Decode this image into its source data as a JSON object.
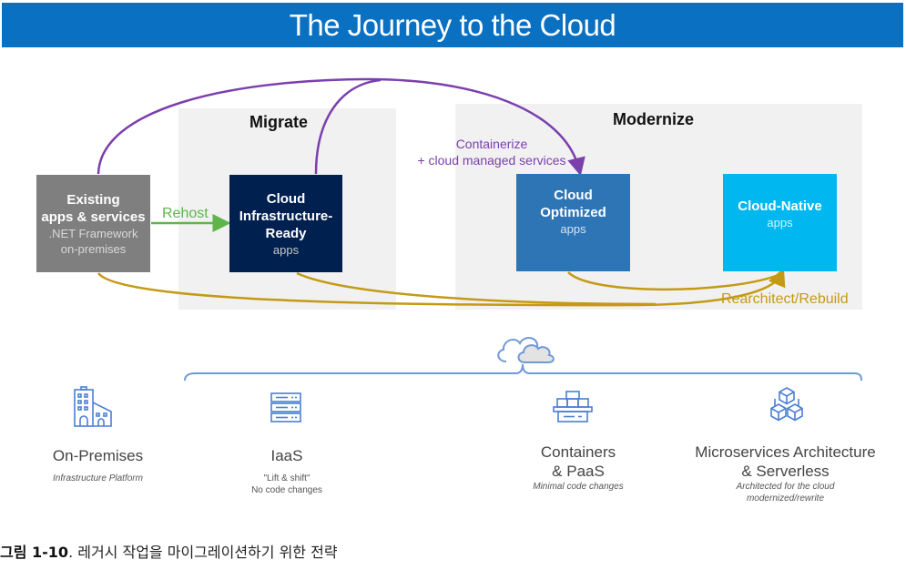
{
  "banner": {
    "title": "The Journey to the Cloud"
  },
  "phases": {
    "migrate": "Migrate",
    "modernize": "Modernize"
  },
  "boxes": {
    "existing": {
      "title_line1": "Existing",
      "title_line2": "apps & services",
      "sub_line1": ".NET Framework",
      "sub_line2": "on-premises",
      "color": "#7f7f7f"
    },
    "cloud_infra_ready": {
      "title_line1": "Cloud",
      "title_line2": "Infrastructure-",
      "title_line3": "Ready",
      "sub": "apps",
      "color": "#002050"
    },
    "cloud_optimized": {
      "title_line1": "Cloud",
      "title_line2": "Optimized",
      "sub": "apps",
      "color": "#2e75b6"
    },
    "cloud_native": {
      "title": "Cloud-Native",
      "sub": "apps",
      "color": "#00b7f0"
    }
  },
  "transitions": {
    "rehost": {
      "label": "Rehost",
      "color": "#5fb44b"
    },
    "containerize": {
      "label_line1": "Containerize",
      "label_line2": "+ cloud managed services",
      "color": "#7b3fae"
    },
    "rearchitect": {
      "label": "Rearchitect/Rebuild",
      "color": "#c49a14"
    }
  },
  "stages": [
    {
      "icon": "building-icon",
      "name": "On-Premises",
      "desc_lines": [
        "Infrastructure Platform"
      ],
      "italic": true
    },
    {
      "icon": "server-rack-icon",
      "name": "IaaS",
      "desc_lines": [
        "\"Lift & shift\"",
        "No code changes"
      ],
      "italic": false
    },
    {
      "icon": "containers-icon",
      "name_lines": [
        "Containers",
        "& PaaS"
      ],
      "desc_lines": [
        "Minimal code changes"
      ],
      "italic": true
    },
    {
      "icon": "microservices-icon",
      "name_lines": [
        "Microservices Architecture",
        "& Serverless"
      ],
      "desc_lines": [
        "Architected for the cloud",
        "modernized/rewrite"
      ],
      "italic": true
    }
  ],
  "caption": {
    "figure_label": "그림 1-10",
    "text": ". 레거시 작업을 마이그레이션하기 위한 전략"
  }
}
